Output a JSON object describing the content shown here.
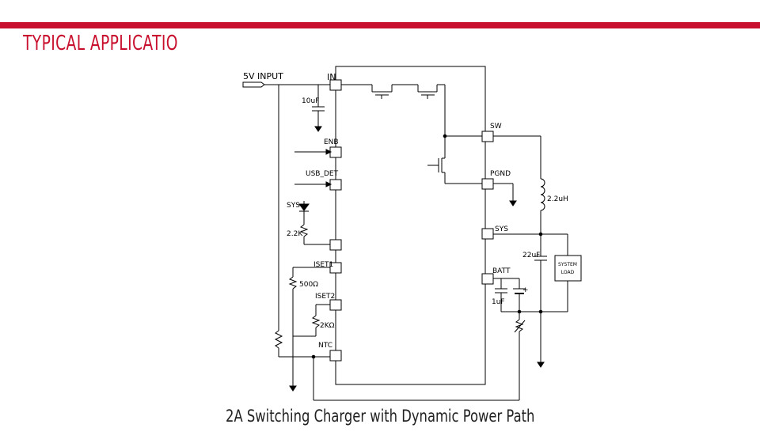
{
  "header": {
    "title": "TYPICAL APPLICATIO",
    "accent_color": "#c8102e"
  },
  "diagram": {
    "caption": "2A Switching Charger with Dynamic Power Path",
    "input_label": "5V INPUT",
    "pins": {
      "in": "IN",
      "enb": "ENB",
      "usb_det": "USB_DET",
      "iset1": "ISET1",
      "iset2": "ISET2",
      "ntc": "NTC",
      "sw": "SW",
      "pgnd": "PGND",
      "sys": "SYS",
      "batt": "BATT"
    },
    "components": {
      "input_cap": "10uF",
      "led_supply": "SYS",
      "led_resistor": "2.2K",
      "iset1_resistor": "500Ω",
      "iset2_resistor": "2KΩ",
      "inductor": "2.2uH",
      "sys_cap": "22uF",
      "batt_cap": "1uF",
      "system_load_line1": "SYSTEM",
      "system_load_line2": "LOAD"
    }
  }
}
